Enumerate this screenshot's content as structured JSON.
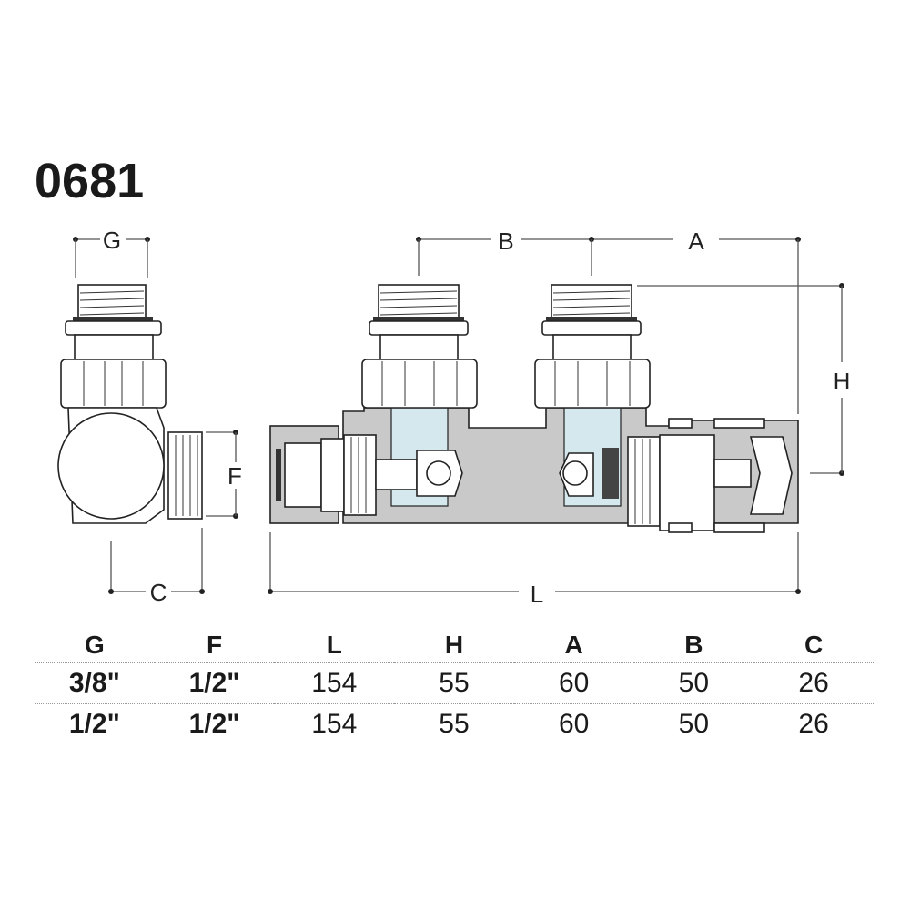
{
  "title": "0681",
  "drawing": {
    "labels": {
      "G": "G",
      "F": "F",
      "C": "C",
      "B": "B",
      "A": "A",
      "H": "H",
      "L": "L"
    }
  },
  "table": {
    "headers": [
      "G",
      "F",
      "L",
      "H",
      "A",
      "B",
      "C"
    ],
    "rows": [
      [
        "3/8\"",
        "1/2\"",
        "154",
        "55",
        "60",
        "50",
        "26"
      ],
      [
        "1/2\"",
        "1/2\"",
        "154",
        "55",
        "60",
        "50",
        "26"
      ]
    ]
  }
}
